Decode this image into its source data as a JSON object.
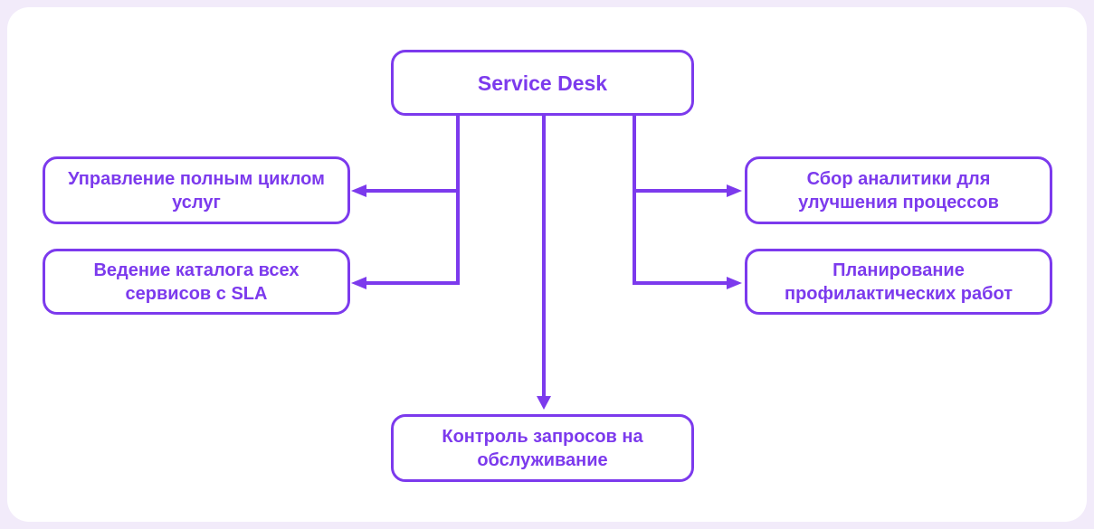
{
  "diagram": {
    "title_node": {
      "label": "Service Desk"
    },
    "left_nodes": [
      {
        "label": "Управление полным циклом услуг"
      },
      {
        "label": "Ведение каталога всех сервисов с SLA"
      }
    ],
    "right_nodes": [
      {
        "label": "Сбор аналитики для улучшения процессов"
      },
      {
        "label": "Планирование профилактических работ"
      }
    ],
    "bottom_node": {
      "label": "Контроль запросов на обслуживание"
    },
    "connections": [
      {
        "from": "Service Desk",
        "to": "Управление полным циклом услуг",
        "direction": "left"
      },
      {
        "from": "Service Desk",
        "to": "Ведение каталога всех сервисов с SLA",
        "direction": "left"
      },
      {
        "from": "Service Desk",
        "to": "Сбор аналитики для улучшения процессов",
        "direction": "right"
      },
      {
        "from": "Service Desk",
        "to": "Планирование профилактических работ",
        "direction": "right"
      },
      {
        "from": "Service Desk",
        "to": "Контроль запросов на обслуживание",
        "direction": "down"
      }
    ],
    "colors": {
      "accent": "#7C3AED",
      "background": "#F2EBFA",
      "card": "#FFFFFF"
    }
  }
}
